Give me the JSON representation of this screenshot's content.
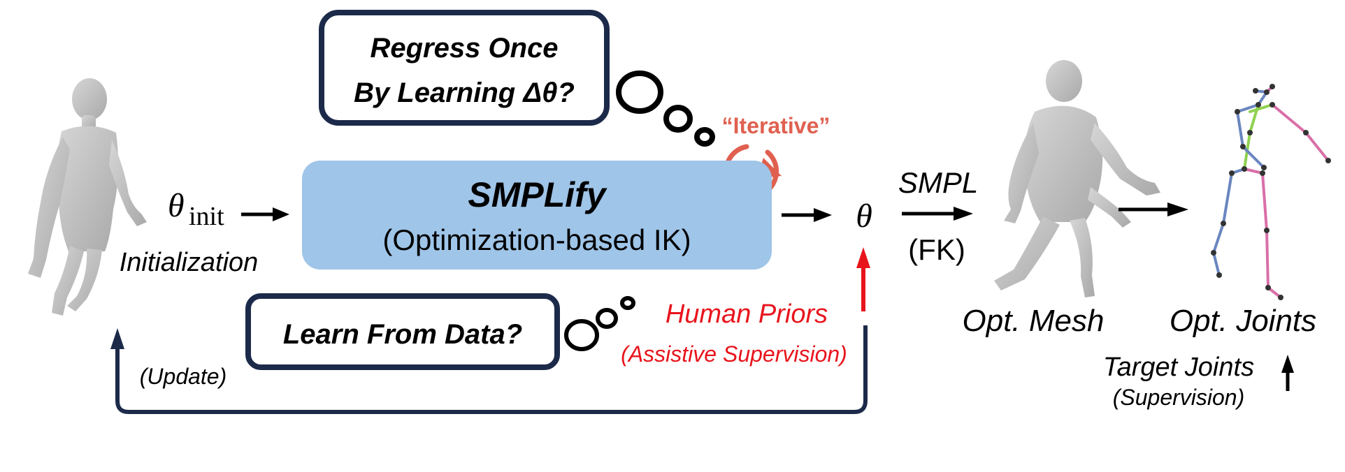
{
  "theta_init": {
    "symbol": "θ",
    "subscript": "init"
  },
  "initialization_label": "Initialization",
  "regress_box": {
    "line1": "Regress Once",
    "line2": "By Learning Δθ?"
  },
  "iterative_label": "“Iterative”",
  "smplify_box": {
    "title": "SMPLify",
    "subtitle": "(Optimization-based IK)"
  },
  "theta_symbol": "θ",
  "smpl_label": "SMPL",
  "fk_label": "(FK)",
  "learn_box": {
    "label": "Learn From Data?"
  },
  "human_priors": {
    "line1": "Human Priors",
    "line2": "(Assistive Supervision)"
  },
  "update_label": "(Update)",
  "opt_mesh_label": "Opt. Mesh",
  "opt_joints_label": "Opt. Joints",
  "target_joints": {
    "line1": "Target Joints",
    "line2": "(Supervision)"
  },
  "colors": {
    "navy": "#1c2a4a",
    "smplify_fill": "#9fc5e8",
    "iterative_red": "#e06050",
    "priors_red": "#e8141c",
    "skeleton_blue": "#6a86c0",
    "skeleton_pink": "#d96fa8",
    "skeleton_green": "#8fd14f",
    "mesh_gray": "#bdbdbd"
  }
}
